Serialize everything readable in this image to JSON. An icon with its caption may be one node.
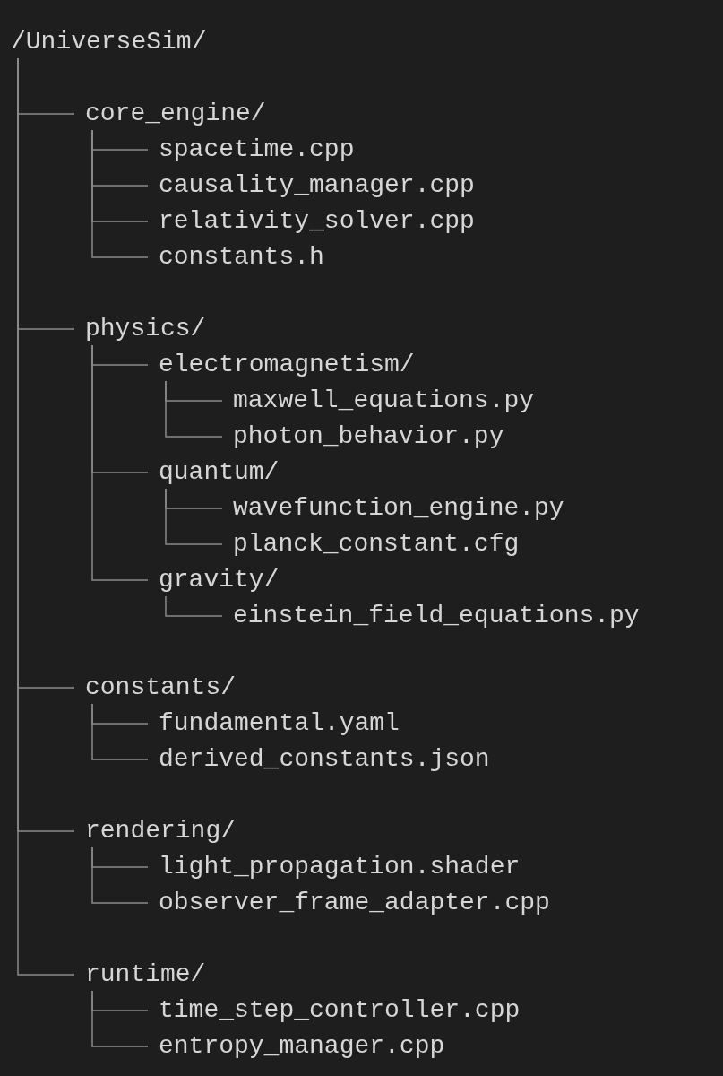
{
  "diagram": {
    "nodes": [
      {
        "text": [
          "/UniverseSim/"
        ]
      },
      {
        "text": [
          "core_engine/"
        ]
      },
      {
        "text": [
          "spacetime.cpp"
        ]
      },
      {
        "text": [
          "causality_manager.cpp"
        ]
      },
      {
        "text": [
          "relativity_solver.cpp"
        ]
      },
      {
        "text": [
          "constants.h"
        ]
      },
      {
        "text": [
          "physics/"
        ]
      },
      {
        "text": [
          "electromagnetism/"
        ]
      },
      {
        "text": [
          "maxwell_equations.py"
        ]
      },
      {
        "text": [
          "photon_behavior.py"
        ]
      },
      {
        "text": [
          "quantum/"
        ]
      },
      {
        "text": [
          "wavefunction_engine.py"
        ]
      },
      {
        "text": [
          "planck_constant.cfg"
        ]
      },
      {
        "text": [
          "gravity/"
        ]
      },
      {
        "text": [
          "einstein_field_equations.py"
        ]
      },
      {
        "text": [
          "constants/"
        ]
      },
      {
        "text": [
          "fundamental.yaml"
        ]
      },
      {
        "text": [
          "derived_constants.json"
        ]
      },
      {
        "text": [
          "rendering/"
        ]
      },
      {
        "text": [
          "light_propagation.shader"
        ]
      },
      {
        "text": [
          "observer_frame_adapter.cpp"
        ]
      },
      {
        "text": [
          "runtime/"
        ]
      },
      {
        "text": [
          "time_step_controller.cpp"
        ]
      },
      {
        "text": [
          "entropy_manager.cpp"
        ]
      }
    ],
    "edges": [
      {
        "from": 0,
        "to": 1,
        "arrow": "none"
      },
      {
        "from": 1,
        "to": 2,
        "arrow": "none"
      },
      {
        "from": 1,
        "to": 3,
        "arrow": "none"
      },
      {
        "from": 1,
        "to": 4,
        "arrow": "none"
      },
      {
        "from": 1,
        "to": 5,
        "arrow": "none"
      },
      {
        "from": 0,
        "to": 6,
        "arrow": "none"
      },
      {
        "from": 6,
        "to": 7,
        "arrow": "none"
      },
      {
        "from": 7,
        "to": 8,
        "arrow": "none"
      },
      {
        "from": 7,
        "to": 9,
        "arrow": "none"
      },
      {
        "from": 6,
        "to": 10,
        "arrow": "none"
      },
      {
        "from": 10,
        "to": 11,
        "arrow": "none"
      },
      {
        "from": 10,
        "to": 12,
        "arrow": "none"
      },
      {
        "from": 6,
        "to": 13,
        "arrow": "none"
      },
      {
        "from": 13,
        "to": 14,
        "arrow": "none"
      },
      {
        "from": 0,
        "to": 15,
        "arrow": "none"
      },
      {
        "from": 15,
        "to": 16,
        "arrow": "none"
      },
      {
        "from": 15,
        "to": 17,
        "arrow": "none"
      },
      {
        "from": 0,
        "to": 18,
        "arrow": "none"
      },
      {
        "from": 18,
        "to": 19,
        "arrow": "none"
      },
      {
        "from": 18,
        "to": 20,
        "arrow": "none"
      },
      {
        "from": 0,
        "to": 21,
        "arrow": "none"
      },
      {
        "from": 21,
        "to": 22,
        "arrow": "none"
      },
      {
        "from": 21,
        "to": 23,
        "arrow": "none"
      }
    ]
  }
}
